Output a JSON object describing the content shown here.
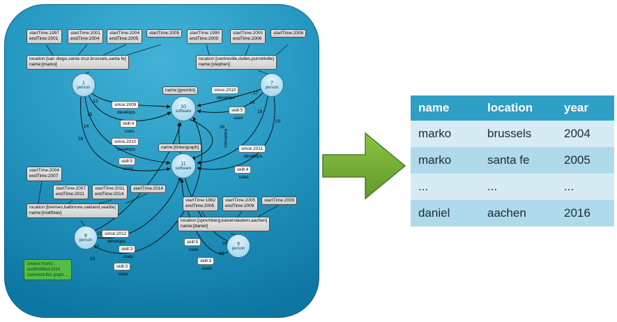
{
  "panel": {
    "people": {
      "marko": {
        "jobs": [
          {
            "line1": "startTime:1997",
            "line2": "endTime:2001"
          },
          {
            "line1": "startTime:2001",
            "line2": "endTime:2004"
          },
          {
            "line1": "startTime:2004",
            "line2": "endTime:2005"
          },
          {
            "line1": "startTime:2005"
          }
        ],
        "location": "location:[san diego,santa cruz,brussels,santa fe]",
        "name": "name:[marko]"
      },
      "stephen": {
        "jobs": [
          {
            "line1": "startTime:1990",
            "line2": "endTime:2000"
          },
          {
            "line1": "startTime:2000",
            "line2": "endTime:2006"
          },
          {
            "line1": "startTime:2006"
          }
        ],
        "location": "location:[centreville,dulles,purcellville]",
        "name": "name:[stephen]"
      },
      "matthias": {
        "jobs": [
          {
            "line1": "startTime:2004",
            "line2": "endTime:2007"
          },
          {
            "line1": "startTime:2007",
            "line2": "endTime:2011"
          },
          {
            "line1": "startTime:2011",
            "line2": "endTime:2014"
          },
          {
            "line1": "startTime:2014"
          }
        ],
        "location": "location:[bremen,baltimore,oakland,seattle]",
        "name": "name:[matthias]"
      },
      "daniel": {
        "jobs": [
          {
            "line1": "startTime:1982",
            "line2": "endTime:2005"
          },
          {
            "line1": "startTime:2005",
            "line2": "endTime:2009"
          },
          {
            "line1": "startTime:2009"
          }
        ],
        "location": "location:[spremberg,kaiserslautern,aachen]",
        "name": "name:[daniel]"
      }
    },
    "nodes": {
      "n1": {
        "id": "1",
        "type": "person"
      },
      "n7": {
        "id": "7",
        "type": "person"
      },
      "n10": {
        "id": "10",
        "type": "software"
      },
      "n11": {
        "id": "11",
        "type": "software"
      },
      "n8": {
        "id": "8",
        "type": "person"
      },
      "n9": {
        "id": "9",
        "type": "person"
      }
    },
    "software_names": {
      "gremlin": "name:[gremlin]",
      "tinkergraph": "name:[tinkergraph]"
    },
    "edge_labels": [
      {
        "prop": "since:2009",
        "verb": "develops"
      },
      {
        "prop": "skill:4",
        "verb": "uses"
      },
      {
        "prop": "since:2010",
        "verb": "develops"
      },
      {
        "prop": "skill:5",
        "verb": "uses"
      },
      {
        "prop": "since:2010",
        "verb": "develops"
      },
      {
        "prop": "skill:5",
        "verb": "uses"
      },
      {
        "prop": "since:2011",
        "verb": "develops"
      },
      {
        "prop": "skill:4",
        "verb": "uses"
      },
      {
        "prop": "since:2012",
        "verb": "develops"
      },
      {
        "prop": "skill:3",
        "verb": "uses"
      },
      {
        "prop": "skill:3",
        "verb": "uses"
      },
      {
        "prop": "skill:5",
        "verb": "uses"
      },
      {
        "prop": "skill:3",
        "verb": "uses"
      }
    ],
    "traverses_label": "traverses",
    "edge_ids": {
      "e13": "13",
      "e14": "14",
      "e15": "15",
      "e16": "16",
      "e17": "17",
      "e18": "18",
      "e19": "19",
      "e20": "20",
      "e21": "21",
      "e22": "22",
      "e23": "23",
      "e24": "24",
      "e25": "25",
      "e26": "26"
    },
    "meta_box": {
      "line1": "creator:marko",
      "line2": "lastModified:2014",
      "line3": "comment:this graph ..."
    }
  },
  "table": {
    "headers": [
      "name",
      "location",
      "year"
    ],
    "rows": [
      [
        "marko",
        "brussels",
        "2004"
      ],
      [
        "marko",
        "santa fe",
        "2005"
      ],
      [
        "...",
        "...",
        "..."
      ],
      [
        "daniel",
        "aachen",
        "2016"
      ]
    ]
  },
  "colors": {
    "panel_blue": "#2497c1",
    "table_header_blue": "#2f9fc5",
    "table_band_light": "#d6ebf4",
    "table_band_dark": "#afdaeb",
    "arrow_green": "#8cc440",
    "note_green": "#55bd47"
  }
}
